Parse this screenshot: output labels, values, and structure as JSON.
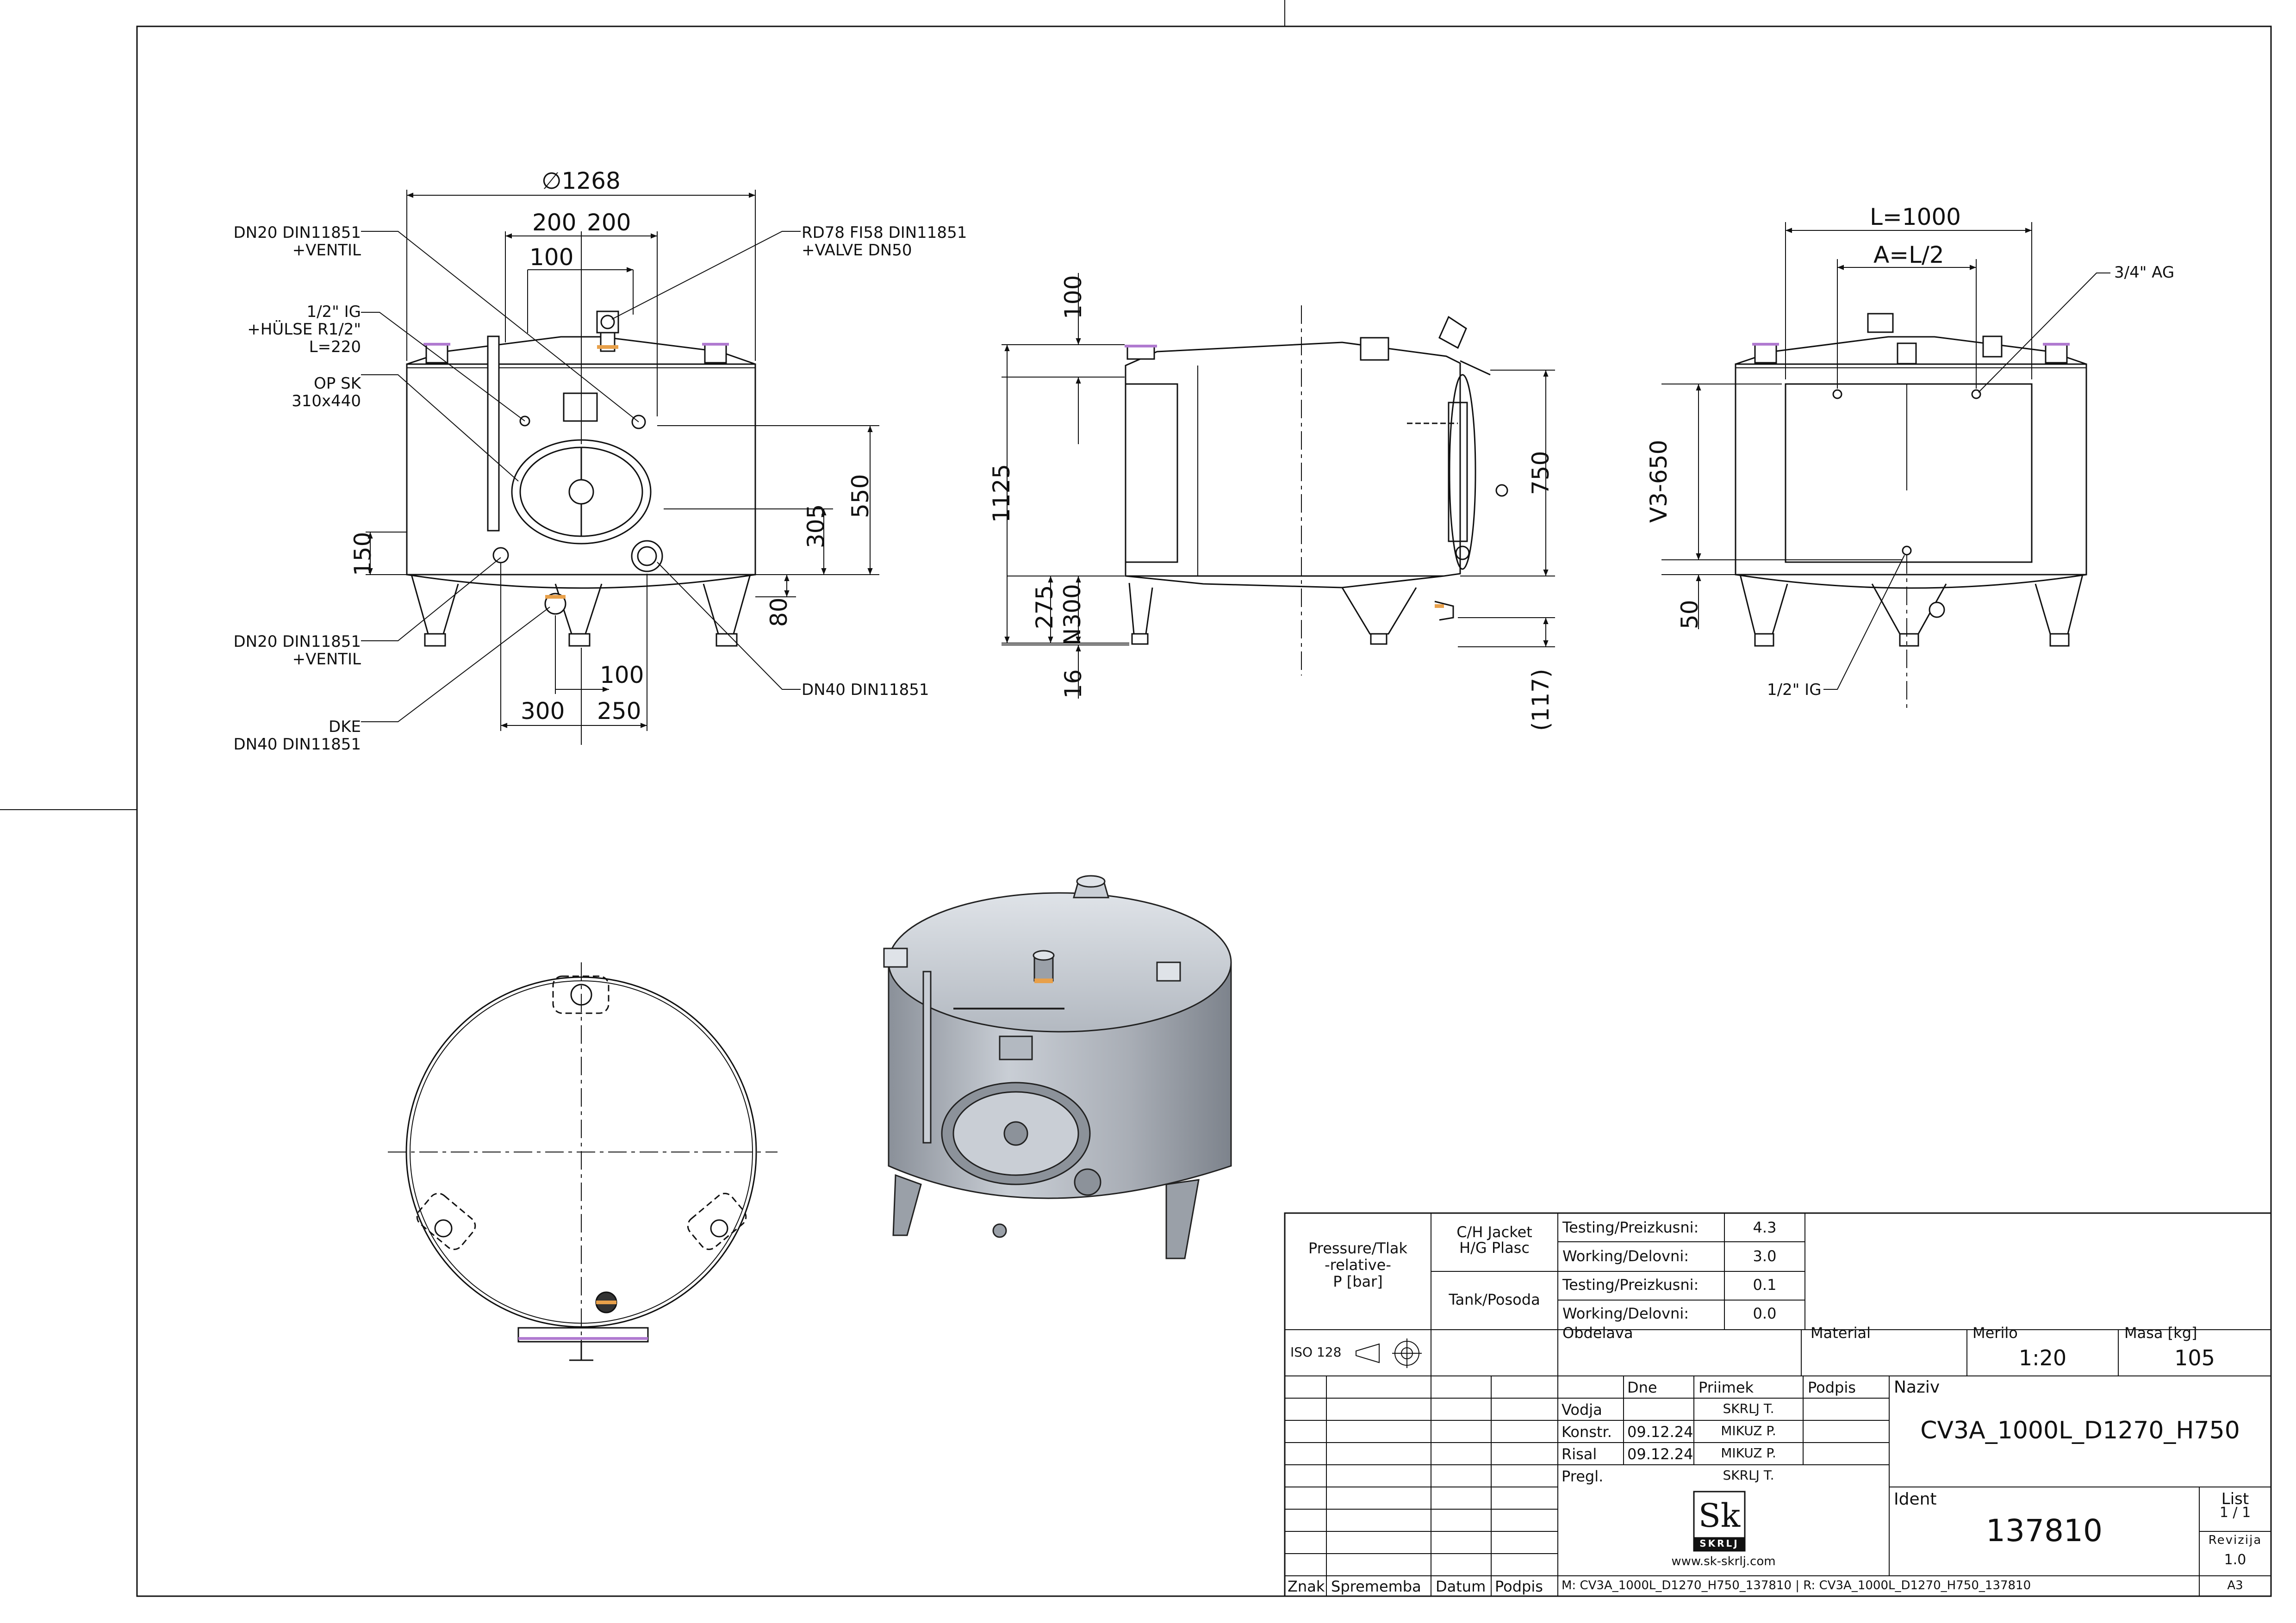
{
  "views": {
    "front": {
      "dims": {
        "diameter": "∅1268",
        "d200a": "200",
        "d200b": "200",
        "d100_top": "100",
        "d550": "550",
        "d305": "305",
        "d150": "150",
        "d80": "80",
        "d100_bottom": "100",
        "d300": "300",
        "d250": "250"
      },
      "callouts": {
        "dn20_top": [
          "DN20 DIN11851",
          "+VENTIL"
        ],
        "hulse": [
          "1/2\" IG",
          "+HÜLSE R1/2\"",
          "L=220"
        ],
        "opsk": [
          "OP SK",
          "310x440"
        ],
        "rd78": [
          "RD78 FI58 DIN11851",
          "+VALVE DN50"
        ],
        "dn20_bottom": [
          "DN20 DIN11851",
          "+VENTIL"
        ],
        "dke": [
          "DKE",
          "DN40 DIN11851"
        ],
        "dn40": "DN40 DIN11851"
      }
    },
    "side": {
      "dims": {
        "d100": "100",
        "d1125": "1125",
        "d275": "275",
        "n300": "N300",
        "d16": "16",
        "d750": "750",
        "d117": "(117)"
      }
    },
    "back": {
      "dims": {
        "l1000": "L=1000",
        "al2": "A=L/2",
        "v3": "V3-650",
        "d50": "50"
      },
      "callouts": {
        "ag": "3/4\" AG",
        "ig": "1/2\" IG"
      }
    }
  },
  "title_block": {
    "pressure_label": [
      "Pressure/Tlak",
      "-relative-",
      "P [bar]"
    ],
    "jacket_label": [
      "C/H Jacket",
      "H/G Plasc"
    ],
    "tank_label": "Tank/Posoda",
    "pressure_rows": [
      {
        "label": "Testing/Preizkusni:",
        "value": "4.3"
      },
      {
        "label": "Working/Delovni:",
        "value": "3.0"
      },
      {
        "label": "Testing/Preizkusni:",
        "value": "0.1"
      },
      {
        "label": "Working/Delovni:",
        "value": "0.0"
      }
    ],
    "iso": "ISO 128",
    "obdelava": "Obdelava",
    "material_label": "Material",
    "merilo_label": "Merilo",
    "merilo_value": "1:20",
    "masa_label": "Masa [kg]",
    "masa_value": "105",
    "headers": {
      "dne": "Dne",
      "priimek": "Priimek",
      "podpis": "Podpis",
      "naziv": "Naziv"
    },
    "roles": [
      {
        "role": "Vodja",
        "date": "",
        "name": "SKRLJ T."
      },
      {
        "role": "Konstr.",
        "date": "09.12.24",
        "name": "MIKUZ P."
      },
      {
        "role": "Risal",
        "date": "09.12.24",
        "name": "MIKUZ P."
      },
      {
        "role": "Pregl.",
        "date": "",
        "name": "SKRLJ T."
      }
    ],
    "naziv_value": "CV3A_1000L_D1270_H750",
    "logo_text": "SKRLJ",
    "website": "www.sk-skrlj.com",
    "ident_label": "Ident",
    "ident_value": "137810",
    "list_label": "List",
    "list_value": "1 / 1",
    "revizija_label": "Revizija",
    "revizija_value": "1.0",
    "footer": {
      "znak": "Znak",
      "sprememba": "Sprememba",
      "datum": "Datum",
      "podpis": "Podpis",
      "file_ref": "M: CV3A_1000L_D1270_H750_137810 | R: CV3A_1000L_D1270_H750_137810",
      "format": "A3"
    }
  },
  "colors": {
    "line": "#111111",
    "accent_purple": "#b07ad0",
    "accent_orange": "#e8a04a",
    "iso_fill": "#cfd3d8"
  }
}
